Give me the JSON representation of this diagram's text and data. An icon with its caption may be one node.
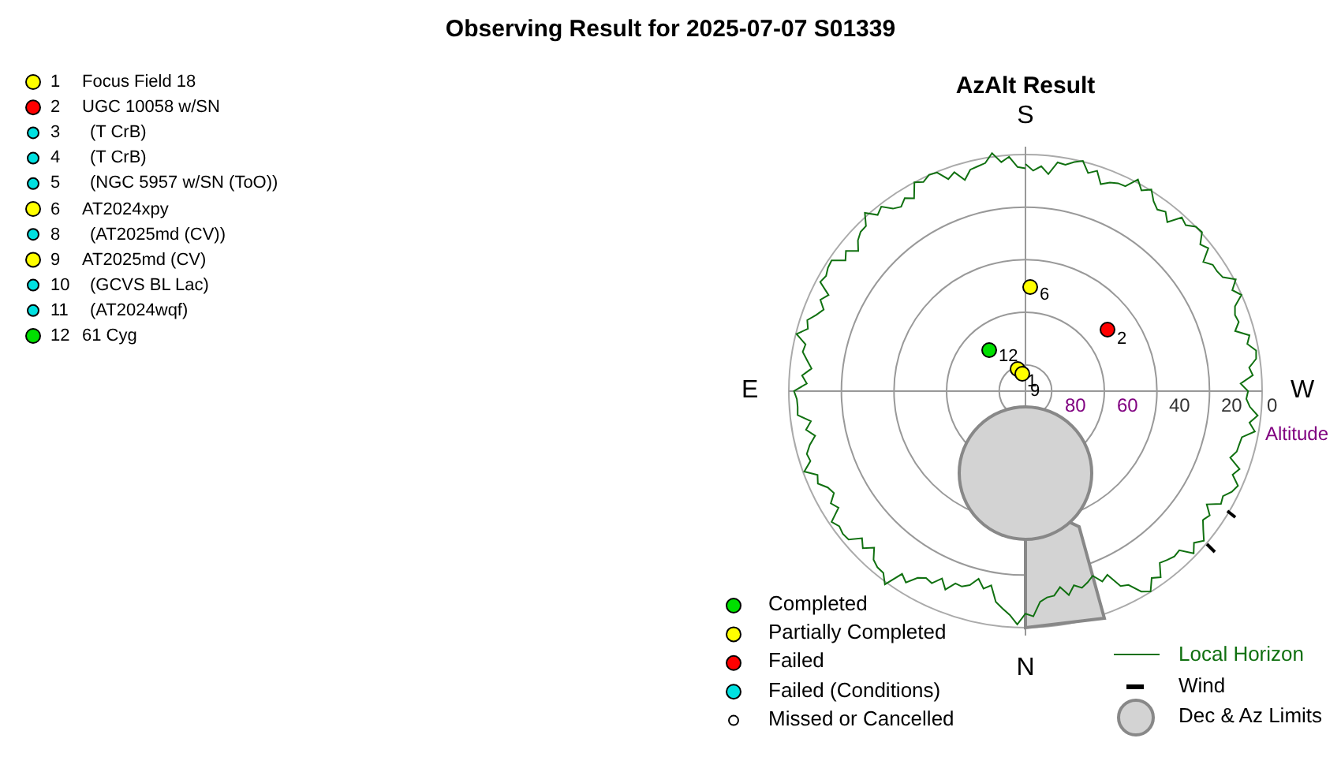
{
  "diagram": {
    "title": "Observing Result for 2025-07-07 S01339",
    "labels": [
      "1",
      "Focus Field 18",
      "2",
      "UGC 10058 w/SN",
      "3",
      "(T CrB)",
      "4",
      "(T CrB)",
      "5",
      "(NGC 5957 w/SN (ToO))",
      "6",
      "AT2024xpy",
      "8",
      "(AT2025md (CV))",
      "9",
      "AT2025md (CV)",
      "10",
      "(GCVS BL Lac)",
      "11",
      "(AT2024wqf)",
      "12",
      "61 Cyg",
      "AzAlt Result",
      "S",
      "E",
      "W",
      "N",
      "80",
      "60",
      "40",
      "20",
      "0",
      "Altitude",
      "6",
      "2",
      "12",
      "1",
      "9"
    ],
    "legend": [
      {
        "text": "Completed",
        "color": "#00e000"
      },
      {
        "text": "Partially Completed",
        "color": "#ffff00"
      },
      {
        "text": "Failed",
        "color": "#ff0000"
      },
      {
        "text": "Failed (Conditions)",
        "color": "#00e0e0"
      },
      {
        "text": "Missed or Cancelled"
      },
      {
        "text": "Local Horizon"
      },
      {
        "text": "Wind"
      },
      {
        "text": "Dec & Az Limits"
      }
    ]
  }
}
